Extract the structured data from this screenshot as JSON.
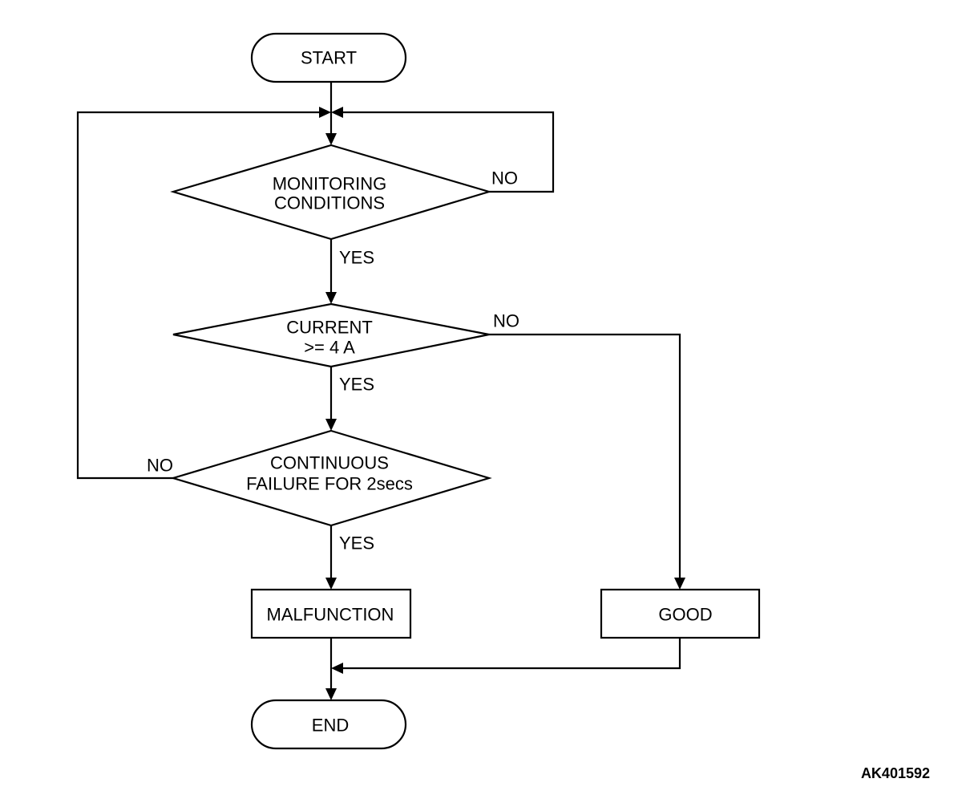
{
  "flowchart": {
    "start": "START",
    "end": "END",
    "monitoring": {
      "line1": "MONITORING",
      "line2": "CONDITIONS"
    },
    "current": {
      "line1": "CURRENT",
      "line2": ">= 4 A"
    },
    "continuous": {
      "line1": "CONTINUOUS",
      "line2": "FAILURE FOR 2secs"
    },
    "malfunction": "MALFUNCTION",
    "good": "GOOD",
    "labels": {
      "monitoring_no": "NO",
      "monitoring_yes": "YES",
      "current_no": "NO",
      "current_yes": "YES",
      "continuous_no": "NO",
      "continuous_yes": "YES"
    }
  },
  "figure_code": "AK401592"
}
